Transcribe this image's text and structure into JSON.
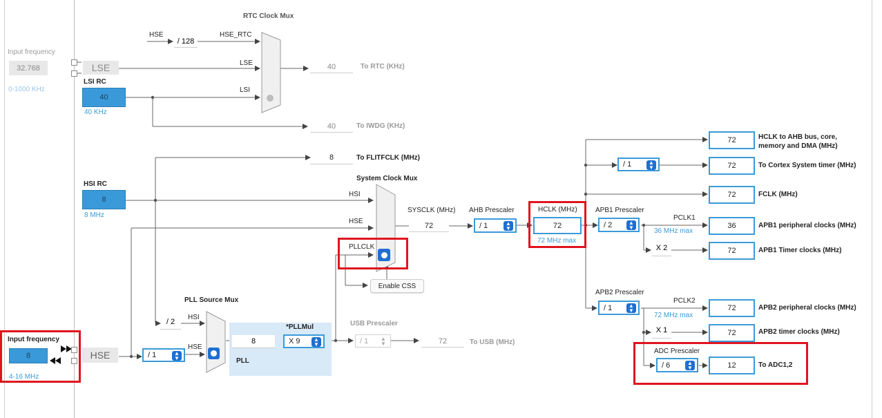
{
  "left": {
    "input_freq_top_label": "Input frequency",
    "input_freq_top_value": "32.768",
    "input_freq_top_range": "0-1000 KHz",
    "input_freq_bottom_label": "Input frequency",
    "input_freq_bottom_value": "8",
    "input_freq_bottom_range": "4-16 MHz"
  },
  "lse_label": "LSE",
  "hse_label": "HSE",
  "lsi": {
    "title": "LSI RC",
    "value": "40",
    "freq": "40 KHz"
  },
  "hsi": {
    "title": "HSI RC",
    "value": "8",
    "freq": "8 MHz"
  },
  "rtc": {
    "title": "RTC Clock Mux",
    "hse_in": "HSE",
    "div128": "/ 128",
    "hse_rtc": "HSE_RTC",
    "lse_in": "LSE",
    "lsi_in": "LSI",
    "out_value": "40",
    "out_label": "To RTC (KHz)"
  },
  "iwdg": {
    "value": "40",
    "label": "To IWDG (KHz)"
  },
  "flit": {
    "value": "8",
    "label": "To FLITFCLK (MHz)"
  },
  "sysmux": {
    "title": "System Clock Mux",
    "hsi": "HSI",
    "hse": "HSE",
    "pllclk": "PLLCLK",
    "css_button": "Enable CSS"
  },
  "sysclk": {
    "label": "SYSCLK (MHz)",
    "value": "72"
  },
  "ahb": {
    "label": "AHB Prescaler",
    "value": "/ 1"
  },
  "hclk": {
    "label": "HCLK (MHz)",
    "value": "72",
    "max": "72 MHz max"
  },
  "apb1": {
    "label": "APB1 Prescaler",
    "value": "/ 2",
    "pclk": "PCLK1",
    "max": "36 MHz max",
    "x2": "X 2"
  },
  "apb2": {
    "label": "APB2 Prescaler",
    "value": "/ 1",
    "pclk": "PCLK2",
    "max": "72 MHz max",
    "x1": "X 1"
  },
  "adc": {
    "label": "ADC Prescaler",
    "value": "/ 6"
  },
  "cortex_div": "/ 1",
  "outputs": [
    {
      "value": "72",
      "label": "HCLK to AHB bus, core,",
      "label2": "memory and DMA (MHz)"
    },
    {
      "value": "72",
      "label": "To Cortex System timer (MHz)"
    },
    {
      "value": "72",
      "label": "FCLK (MHz)"
    },
    {
      "value": "36",
      "label": "APB1 peripheral clocks (MHz)"
    },
    {
      "value": "72",
      "label": "APB1 Timer clocks (MHz)"
    },
    {
      "value": "72",
      "label": "APB2 peripheral clocks (MHz)"
    },
    {
      "value": "72",
      "label": "APB2 timer clocks (MHz)"
    },
    {
      "value": "12",
      "label": "To ADC1,2"
    }
  ],
  "pllsrc": {
    "title": "PLL Source Mux",
    "div2": "/ 2",
    "hsi": "HSI",
    "hse": "HSE",
    "hse_div": "/ 1"
  },
  "pll": {
    "label": "PLL",
    "in_value": "8",
    "mul_label": "*PLLMul",
    "mul_value": "X 9"
  },
  "usb": {
    "label": "USB Prescaler",
    "div": "/ 1",
    "value": "72",
    "to": "To USB (MHz)"
  },
  "colors": {
    "accent": "#3a9ad9",
    "highlight": "#e0141e",
    "arrow_button": "#1f6fd1"
  }
}
